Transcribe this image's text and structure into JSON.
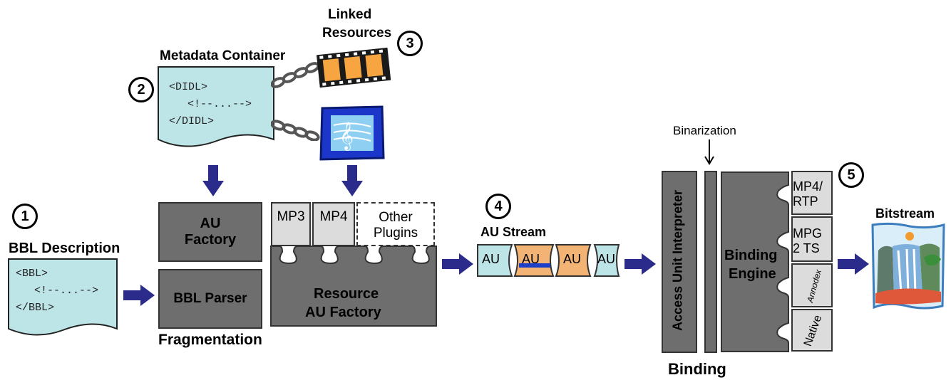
{
  "numbers": [
    "1",
    "2",
    "3",
    "4",
    "5"
  ],
  "bbl_description": {
    "title": "BBL Description",
    "line1": "<BBL>",
    "line2": "  <!--...-->",
    "line3": "</BBL>"
  },
  "metadata_container": {
    "title": "Metadata Container",
    "line1": "<DIDL>",
    "line2": "  <!--...-->",
    "line3": "</DIDL>"
  },
  "linked_resources": {
    "title_line1": "Linked",
    "title_line2": "Resources"
  },
  "au_factory": {
    "line1": "AU",
    "line2": "Factory"
  },
  "bbl_parser": "BBL Parser",
  "fragmentation": "Fragmentation",
  "resource_au_factory": {
    "line1": "Resource",
    "line2": "AU Factory"
  },
  "plugins": {
    "mp3": "MP3",
    "mp4": "MP4",
    "other_line1": "Other",
    "other_line2": "Plugins"
  },
  "au_stream": {
    "title": "AU Stream",
    "units": [
      "AU",
      "AU",
      "AU",
      "AU"
    ]
  },
  "binarization": "Binarization",
  "access_unit_interpreter": "Access Unit Interpreter",
  "binding_engine": {
    "line1": "Binding",
    "line2": "Engine"
  },
  "binding_plugins": {
    "mp4rtp_line1": "MP4/",
    "mp4rtp_line2": "RTP",
    "mpg2ts_line1": "MPG",
    "mpg2ts_line2": "2 TS",
    "annodex": "Annodex",
    "native": "Native"
  },
  "binding": "Binding",
  "bitstream": "Bitstream",
  "colors": {
    "doc_fill": "#bde4e7",
    "box_gray": "#6e6e6e",
    "plugin_gray": "#dcdcdc",
    "arrow_blue": "#2b2b8c",
    "au_orange": "#f2b375",
    "au_cyan": "#bde4e7"
  }
}
